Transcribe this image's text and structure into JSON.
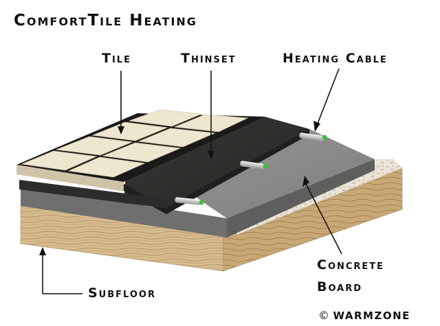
{
  "title": "ComfortTile Heating",
  "labels": {
    "tile": "Tile",
    "thinset": "Thinset",
    "heating_cable": "Heating Cable",
    "concrete_line1": "Concrete",
    "concrete_line2": "Board",
    "subfloor": "Subfloor"
  },
  "copyright": {
    "symbol": "©",
    "brand": "WARMZONE"
  },
  "colors": {
    "tile": "#efe6cf",
    "thinset": "#2a2a28",
    "concrete": "#8f8f8d",
    "insulation": "#e9e3d6",
    "subfloor": "#d8bf94",
    "cable_tip": "#3fbf3f"
  }
}
